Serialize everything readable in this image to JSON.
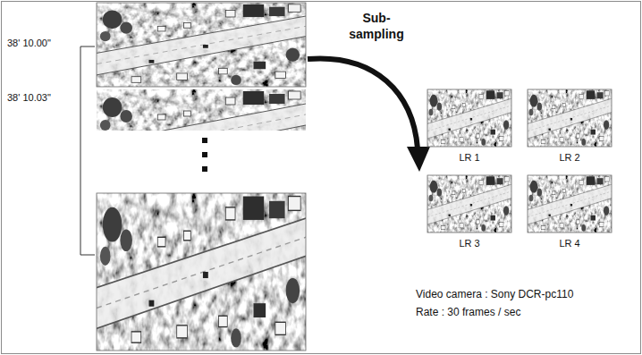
{
  "diagram": {
    "nodes": [
      {
        "text": [
          "LR 1"
        ]
      },
      {
        "text": [
          "LR 2"
        ]
      },
      {
        "text": [
          "LR 3"
        ]
      },
      {
        "text": [
          "LR 4"
        ]
      }
    ],
    "labels": [
      "38' 10.00\"",
      "38' 10.03\"",
      "Sub- sampling",
      "Video camera : Sony DCR-pc110",
      "Rate : 30 frames / sec"
    ]
  }
}
